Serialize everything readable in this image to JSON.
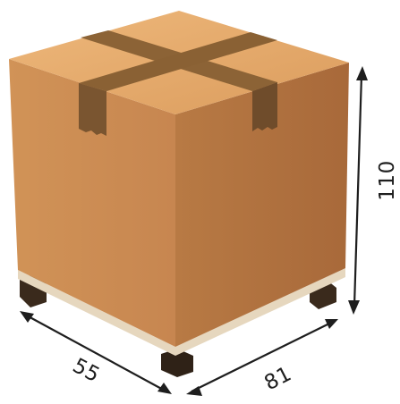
{
  "box": {
    "colors": {
      "top": "#E2A567",
      "front": "#CC8D55",
      "side": "#B4743F",
      "tape_top": "#8C6336",
      "tape_side": "#7A5530",
      "pallet_board": "#E6D7BE",
      "pallet_leg": "#3A2A1C"
    }
  },
  "dimensions": {
    "width_label": "55",
    "depth_label": "81",
    "height_label": "110",
    "arrow_color": "#1e1e1e"
  }
}
